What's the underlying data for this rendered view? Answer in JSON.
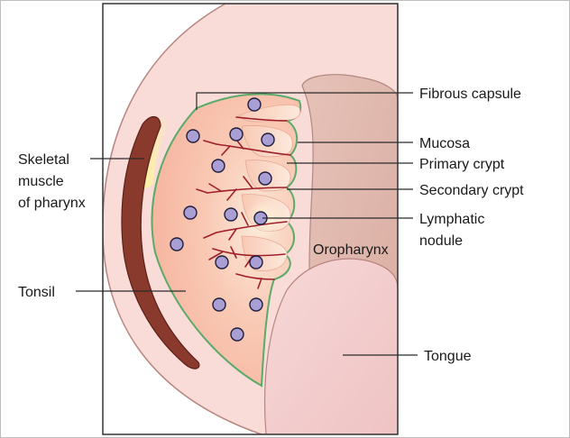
{
  "diagram": {
    "labels": {
      "fibrous_capsule": "Fibrous capsule",
      "mucosa": "Mucosa",
      "primary_crypt": "Primary crypt",
      "secondary_crypt": "Secondary crypt",
      "lymphatic_nodule_line1": "Lymphatic",
      "lymphatic_nodule_line2": "nodule",
      "oropharynx": "Oropharynx",
      "skeletal_muscle_line1": "Skeletal",
      "skeletal_muscle_line2": "muscle",
      "skeletal_muscle_line3": "of pharynx",
      "tonsil": "Tonsil",
      "tongue": "Tongue"
    },
    "colors": {
      "pharynx_wall": "#f9dcd8",
      "muscle": "#8a3a2c",
      "tonsil_tissue": "#f8c0ae",
      "capsule_line": "#5aaa6a",
      "oropharynx": "#dfb6ac",
      "tongue": "#f4cfcf",
      "crypt": "#a0202a",
      "nodule": "#a99fd4",
      "highlight": "#fff49a"
    }
  }
}
